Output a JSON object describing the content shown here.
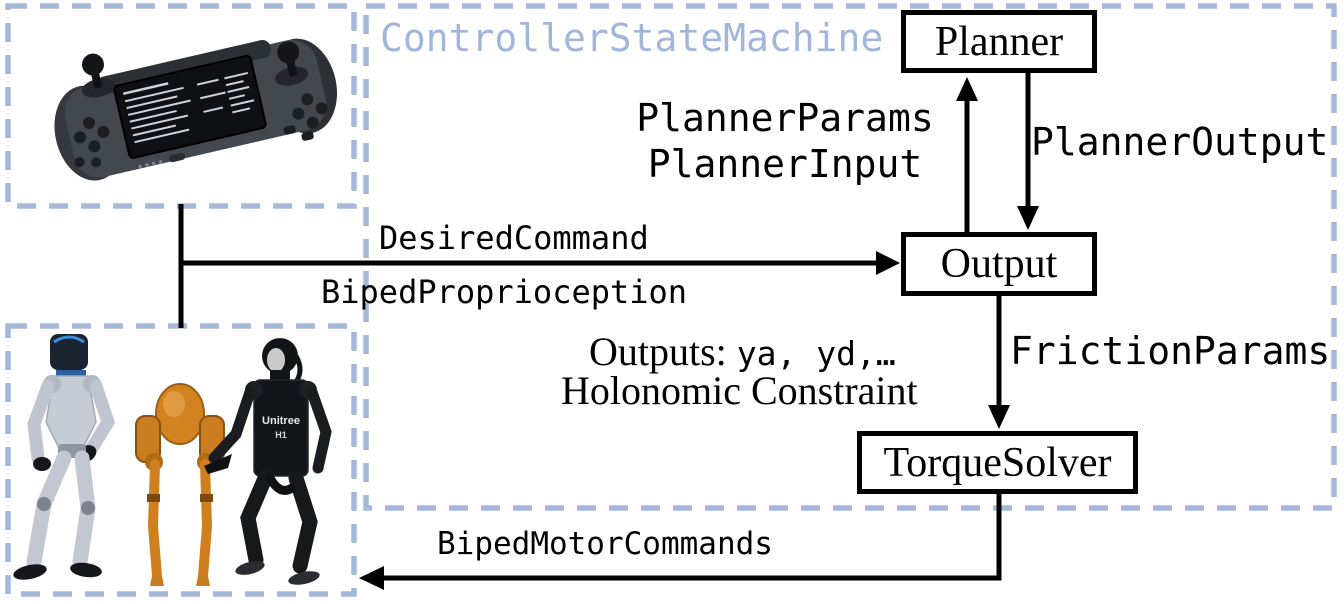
{
  "diagram": {
    "state_machine": {
      "title": "ControllerStateMachine",
      "nodes": {
        "planner": "Planner",
        "output": "Output",
        "torque_solver": "TorqueSolver"
      }
    },
    "edges": {
      "planner_params": "PlannerParams",
      "planner_input": "PlannerInput",
      "planner_output": "PlannerOutput",
      "desired_command": "DesiredCommand",
      "biped_proprioception": "BipedProprioception",
      "outputs_prefix": "Outputs:",
      "outputs_values": "ya, yd,…",
      "holonomic_constraint": "Holonomic Constraint",
      "friction_params": "FrictionParams",
      "biped_motor_commands": "BipedMotorCommands"
    },
    "robot_markings": {
      "chest_line1": "Unitree",
      "chest_line2": "H1"
    },
    "colors": {
      "dashed_border": "#a6b8da",
      "title_text": "#a2b5da",
      "line_black": "#000000",
      "robot_silver": "#c6ccd4",
      "robot_orange": "#d2831f",
      "robot_black": "#17181b",
      "controller_gray": "#43474e",
      "visor_blue": "#3f8fe0"
    }
  }
}
